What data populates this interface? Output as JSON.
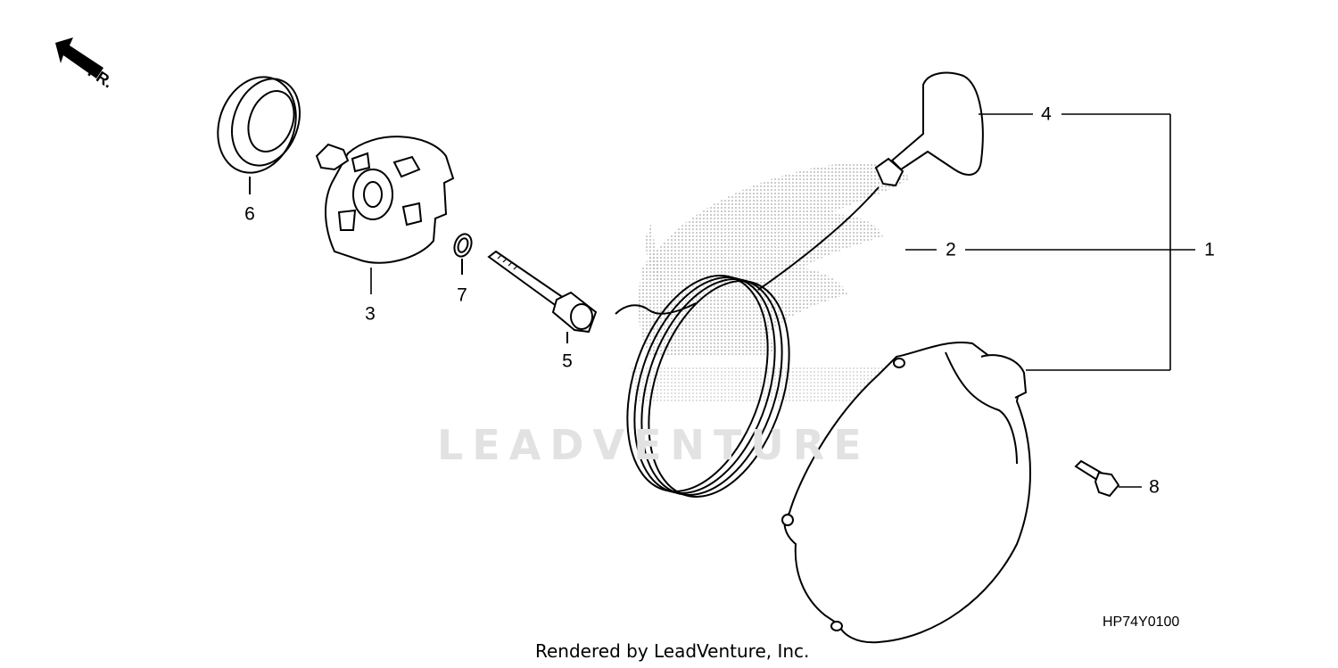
{
  "orientation": {
    "arrow_label": "FR."
  },
  "callouts": {
    "c1": "1",
    "c2": "2",
    "c3": "3",
    "c4": "4",
    "c5": "5",
    "c6": "6",
    "c7": "7",
    "c8": "8"
  },
  "diagram_code": "HP74Y0100",
  "watermark": {
    "text": "LEADVENTURE"
  },
  "footer": "Rendered by LeadVenture, Inc."
}
